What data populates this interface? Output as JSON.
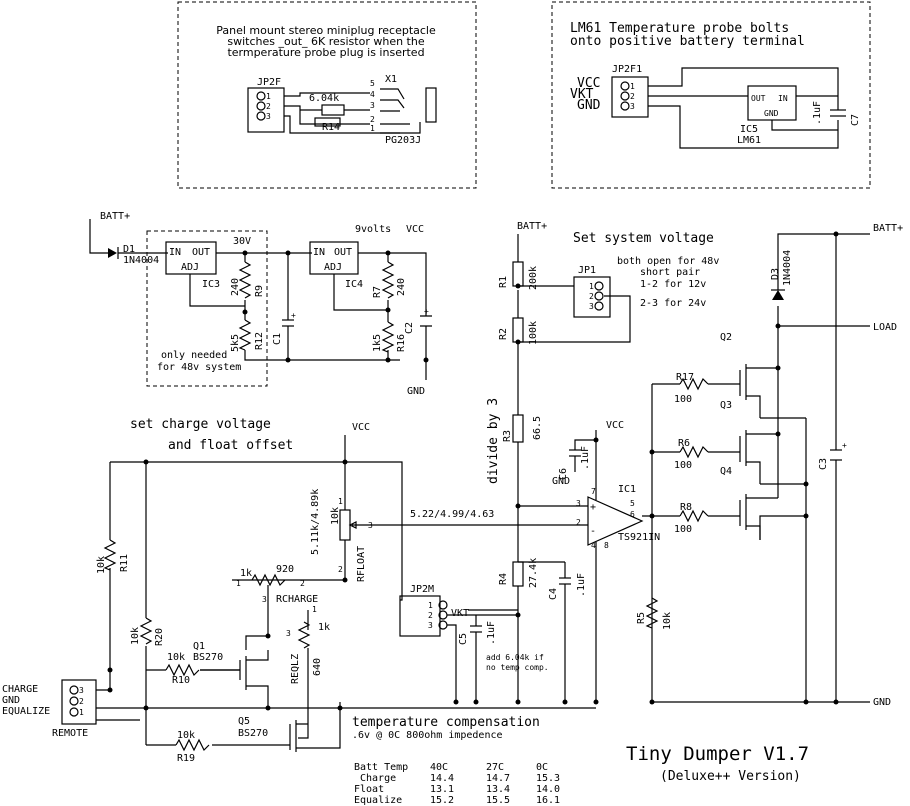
{
  "title": "Tiny Dumper V1.7",
  "subtitle": "(Deluxe++ Version)",
  "notes": {
    "plug1": "Panel mount stereo miniplug receptacle",
    "plug2": "switches _out_ 6K resistor when the",
    "plug3": "termperature probe plug is inserted",
    "lm61_1": "LM61 Temperature probe bolts",
    "lm61_2": "onto positive battery terminal",
    "sys_v": "Set system voltage",
    "jp1_1": "both open for 48v",
    "jp1_2": "short pair",
    "jp1_3": "1-2 for 12v",
    "jp1_4": "2-3 for 24v",
    "only1": "only needed",
    "only2": "for 48v system",
    "charge1": "set charge voltage",
    "charge2": "and float offset",
    "divide": "divide by 3",
    "volts": "5.22/4.99/4.63",
    "add1": "add 6.04k if",
    "add2": "no temp comp.",
    "tc1": "temperature compensation",
    "tc2": ".6v @ 0C  800ohm impedence"
  },
  "nets": {
    "batt1": "BATT+",
    "batt2": "BATT+",
    "batt3": "BATT+",
    "vcc1": "VCC",
    "vcc2": "VCC",
    "vcc3": "VCC",
    "vcc4": "VCC",
    "gnd1": "GND",
    "gnd2": "GND",
    "gnd3": "GND",
    "gnd4": "GND",
    "load": "LOAD",
    "v30": "30V",
    "v9": "9volts",
    "vkt1": "VKT",
    "vkt2": "VKT",
    "charge": "CHARGE",
    "equalize": "EQUALIZE",
    "remote": "REMOTE"
  },
  "parts": {
    "jp2f": "JP2F",
    "jp2f1": "JP2F1",
    "x1": "X1",
    "pg": "PG203J",
    "r6k": "6.04k",
    "r14": "R14",
    "ic5_out": "OUT",
    "ic5_in": "IN",
    "ic5_gnd": "GND",
    "ic5": "IC5",
    "lm61": "LM61",
    "c7": "C7",
    "c7v": ".1uF",
    "d1": "D1",
    "d1v": "1N4004",
    "in1": "IN",
    "out1": "OUT",
    "adj1": "ADJ",
    "ic3": "IC3",
    "in2": "IN",
    "out2": "OUT",
    "adj2": "ADJ",
    "ic4": "IC4",
    "r9v": "240",
    "r9": "R9",
    "r12v": "5k5",
    "r12": "R12",
    "c1": "C1",
    "r7": "R7",
    "r7v": "240",
    "r16v": "1k5",
    "r16": "R16",
    "c2": "C2",
    "r1": "R1",
    "r1v": "200k",
    "r2": "R2",
    "r2v": "100k",
    "r3": "R3",
    "r3v": "66.5",
    "r4": "R4",
    "r4v": "27.4k",
    "c4": "C4",
    "c4v": ".1uF",
    "c5": "C5",
    "c5v": ".1uF",
    "c6": "C6",
    "c6v": ".1uF",
    "jp1": "JP1",
    "jp2m": "JP2M",
    "ic1": "IC1",
    "ts": "TS921IN",
    "r5": "R5",
    "r5v": "10k",
    "r17": "R17",
    "r17v": "100",
    "r6": "R6",
    "r6v": "100",
    "r8": "R8",
    "r8v": "100",
    "q2": "Q2",
    "q3": "Q3",
    "q4": "Q4",
    "d3": "D3",
    "d3v": "1N4004",
    "c3": "C3",
    "r11v": "10k",
    "r11": "R11",
    "r20v": "10k",
    "r20": "R20",
    "rfloatv": "10k",
    "rfloat": "RFLOAT",
    "r5_11": "5.11k/4.89k",
    "p920": "920",
    "rcharge": "RCHARGE",
    "p1k": "1k",
    "r1k": "1k",
    "reqlz": "REQLZ",
    "p640": "640",
    "q1": "Q1",
    "q1v": "BS270",
    "r10v": "10k",
    "r10": "R10",
    "q5": "Q5",
    "q5v": "BS270",
    "r19v": "10k",
    "r19": "R19"
  },
  "table": {
    "header": [
      "Batt Temp",
      "40C",
      "27C",
      "0C"
    ],
    "rows": [
      [
        "Charge",
        "14.4",
        "14.7",
        "15.3"
      ],
      [
        "Float",
        "13.1",
        "13.4",
        "14.0"
      ],
      [
        "Equalize",
        "15.2",
        "15.5",
        "16.1"
      ]
    ]
  }
}
